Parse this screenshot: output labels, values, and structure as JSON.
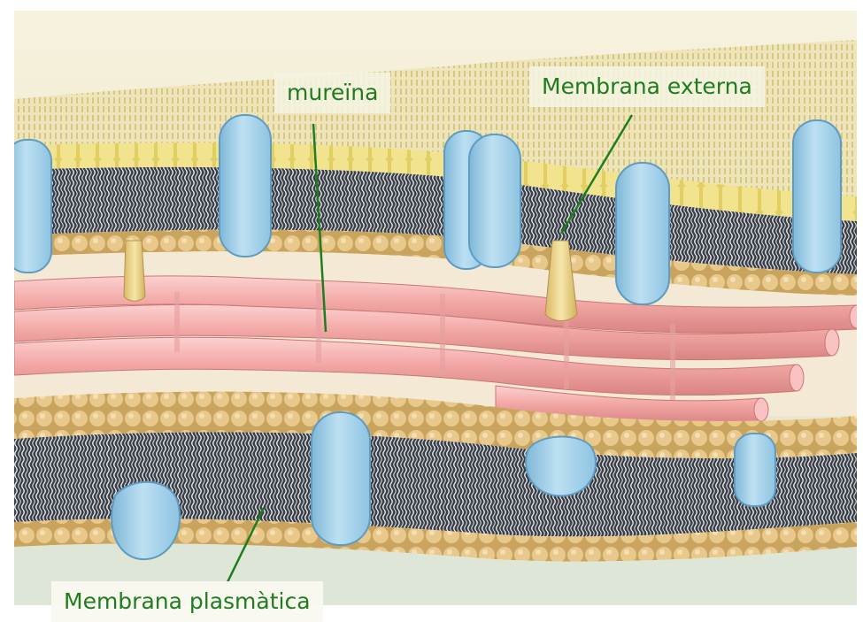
{
  "labels": {
    "mureina": "mureïna",
    "membrana_externa": "Membrana externa",
    "membrana_plasmatica": "Membrana plasmàtica"
  },
  "colors": {
    "label_text": "#1e7d1e",
    "leader_line": "#1e7d1e",
    "lipopolysaccharide": "#d8cf7a",
    "outer_headgroups": "#e8d870",
    "lipid_head": "#e2c486",
    "lipid_tail": "#3a3e46",
    "murein_strand": "#f0a5a5",
    "membrane_protein": "#a9d3ea",
    "lipoprotein": "#efd894",
    "background": "#f5f0d8"
  },
  "icons": [
    "lipid-bilayer",
    "porin-protein",
    "lipoprotein-anchor",
    "peptidoglycan-strand"
  ]
}
